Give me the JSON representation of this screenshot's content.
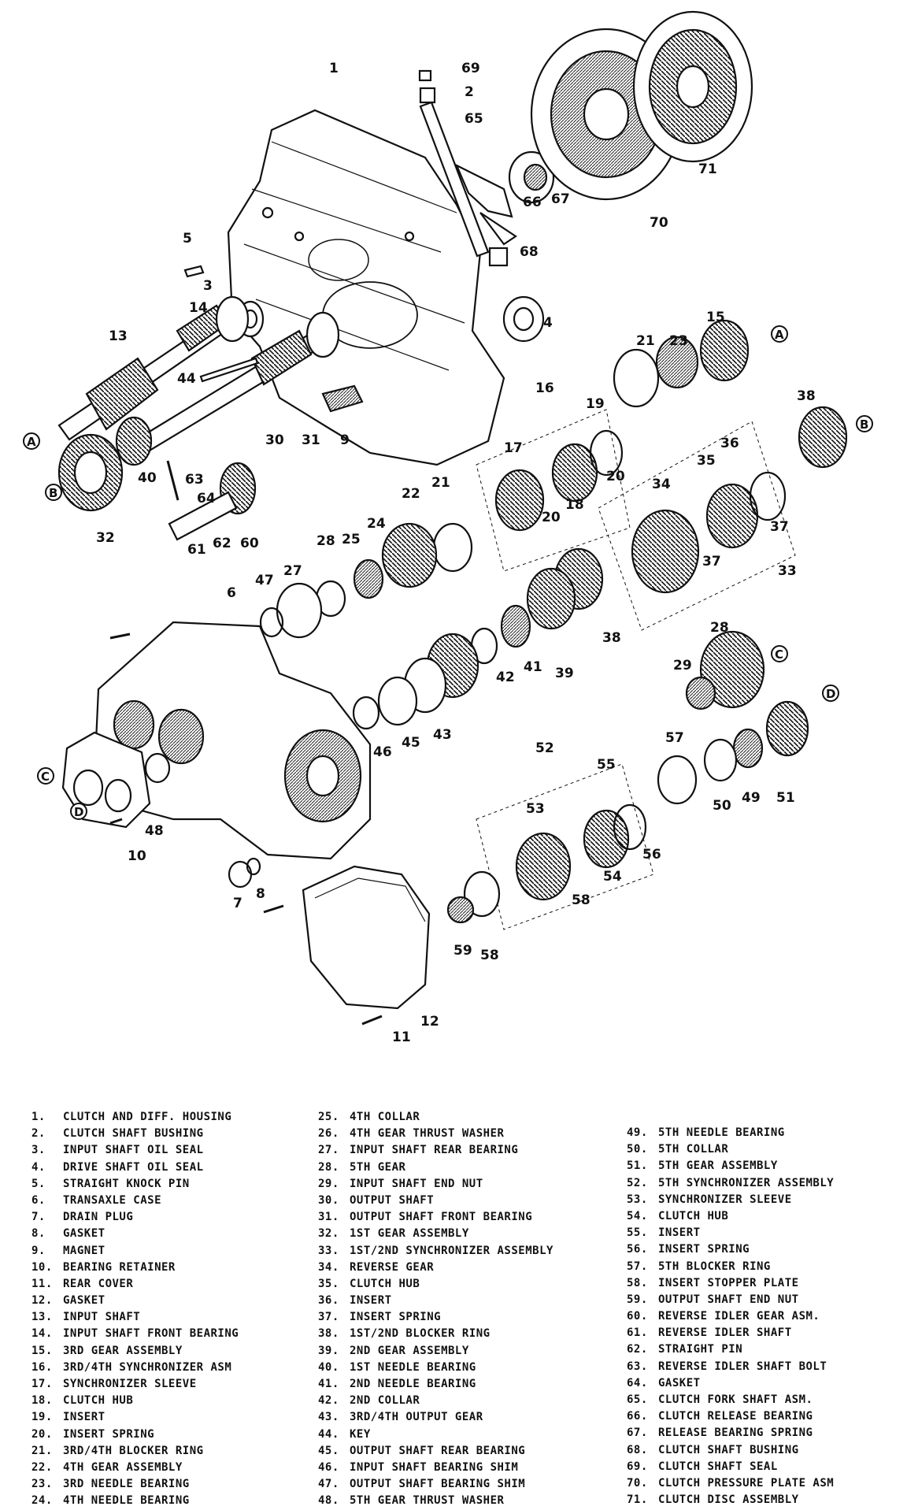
{
  "callouts": {
    "c1": "1",
    "c2": "2",
    "c3": "3",
    "c4": "4",
    "c5": "5",
    "c6": "6",
    "c7": "7",
    "c8": "8",
    "c9": "9",
    "c10": "10",
    "c11": "11",
    "c12": "12",
    "c13": "13",
    "c14": "14",
    "c15": "15",
    "c16": "16",
    "c17": "17",
    "c18": "18",
    "c19": "19",
    "c20a": "20",
    "c20b": "20",
    "c21a": "21",
    "c21b": "21",
    "c22": "22",
    "c23": "23",
    "c24": "24",
    "c25": "25",
    "c27": "27",
    "c28a": "28",
    "c28b": "28",
    "c29": "29",
    "c30": "30",
    "c31": "31",
    "c32": "32",
    "c33": "33",
    "c34": "34",
    "c35": "35",
    "c36": "36",
    "c37a": "37",
    "c37b": "37",
    "c38a": "38",
    "c38b": "38",
    "c39": "39",
    "c40": "40",
    "c41": "41",
    "c42": "42",
    "c43": "43",
    "c44": "44",
    "c45": "45",
    "c46": "46",
    "c47": "47",
    "c48": "48",
    "c49": "49",
    "c50": "50",
    "c51": "51",
    "c52": "52",
    "c53": "53",
    "c54": "54",
    "c55": "55",
    "c56": "56",
    "c57": "57",
    "c58a": "58",
    "c58b": "58",
    "c59": "59",
    "c60": "60",
    "c61": "61",
    "c62": "62",
    "c63": "63",
    "c64": "64",
    "c65": "65",
    "c66": "66",
    "c67": "67",
    "c68": "68",
    "c69": "69",
    "c70": "70",
    "c71": "71",
    "refA1": "A",
    "refA2": "A",
    "refB1": "B",
    "refB2": "B",
    "refC1": "C",
    "refC2": "C",
    "refD1": "D",
    "refD2": "D"
  },
  "legend": {
    "col1": [
      {
        "n": "1.",
        "t": "CLUTCH AND DIFF. HOUSING"
      },
      {
        "n": "2.",
        "t": "CLUTCH SHAFT BUSHING"
      },
      {
        "n": "3.",
        "t": "INPUT SHAFT OIL SEAL"
      },
      {
        "n": "4.",
        "t": "DRIVE SHAFT OIL SEAL"
      },
      {
        "n": "5.",
        "t": "STRAIGHT KNOCK PIN"
      },
      {
        "n": "6.",
        "t": "TRANSAXLE CASE"
      },
      {
        "n": "7.",
        "t": "DRAIN PLUG"
      },
      {
        "n": "8.",
        "t": "GASKET"
      },
      {
        "n": "9.",
        "t": "MAGNET"
      },
      {
        "n": "10.",
        "t": "BEARING RETAINER"
      },
      {
        "n": "11.",
        "t": "REAR COVER"
      },
      {
        "n": "12.",
        "t": "GASKET"
      },
      {
        "n": "13.",
        "t": "INPUT SHAFT"
      },
      {
        "n": "14.",
        "t": "INPUT SHAFT FRONT BEARING"
      },
      {
        "n": "15.",
        "t": "3RD GEAR ASSEMBLY"
      },
      {
        "n": "16.",
        "t": "3RD/4TH SYNCHRONIZER ASM"
      },
      {
        "n": "17.",
        "t": "SYNCHRONIZER SLEEVE"
      },
      {
        "n": "18.",
        "t": "CLUTCH HUB"
      },
      {
        "n": "19.",
        "t": "INSERT"
      },
      {
        "n": "20.",
        "t": "INSERT SPRING"
      },
      {
        "n": "21.",
        "t": "3RD/4TH BLOCKER RING"
      },
      {
        "n": "22.",
        "t": "4TH GEAR ASSEMBLY"
      },
      {
        "n": "23.",
        "t": "3RD NEEDLE BEARING"
      },
      {
        "n": "24.",
        "t": "4TH NEEDLE BEARING"
      }
    ],
    "col2": [
      {
        "n": "25.",
        "t": "4TH COLLAR"
      },
      {
        "n": "26.",
        "t": "4TH GEAR THRUST WASHER"
      },
      {
        "n": "27.",
        "t": "INPUT SHAFT REAR BEARING"
      },
      {
        "n": "28.",
        "t": "5TH GEAR"
      },
      {
        "n": "29.",
        "t": "INPUT SHAFT END NUT"
      },
      {
        "n": "30.",
        "t": "OUTPUT SHAFT"
      },
      {
        "n": "31.",
        "t": "OUTPUT SHAFT FRONT BEARING"
      },
      {
        "n": "32.",
        "t": "1ST GEAR ASSEMBLY"
      },
      {
        "n": "33.",
        "t": "1ST/2ND SYNCHRONIZER ASSEMBLY"
      },
      {
        "n": "34.",
        "t": "REVERSE GEAR"
      },
      {
        "n": "35.",
        "t": "CLUTCH HUB"
      },
      {
        "n": "36.",
        "t": "INSERT"
      },
      {
        "n": "37.",
        "t": "INSERT SPRING"
      },
      {
        "n": "38.",
        "t": "1ST/2ND BLOCKER RING"
      },
      {
        "n": "39.",
        "t": "2ND GEAR ASSEMBLY"
      },
      {
        "n": "40.",
        "t": "1ST NEEDLE BEARING"
      },
      {
        "n": "41.",
        "t": "2ND NEEDLE BEARING"
      },
      {
        "n": "42.",
        "t": "2ND COLLAR"
      },
      {
        "n": "43.",
        "t": "3RD/4TH OUTPUT  GEAR"
      },
      {
        "n": "44.",
        "t": "KEY"
      },
      {
        "n": "45.",
        "t": "OUTPUT SHAFT REAR BEARING"
      },
      {
        "n": "46.",
        "t": "INPUT SHAFT BEARING SHIM"
      },
      {
        "n": "47.",
        "t": "OUTPUT SHAFT BEARING SHIM"
      },
      {
        "n": "48.",
        "t": "5TH GEAR THRUST WASHER"
      }
    ],
    "col3": [
      {
        "n": "49.",
        "t": "5TH NEEDLE BEARING"
      },
      {
        "n": "50.",
        "t": "5TH COLLAR"
      },
      {
        "n": "51.",
        "t": "5TH GEAR ASSEMBLY"
      },
      {
        "n": "52.",
        "t": "5TH SYNCHRONIZER ASSEMBLY"
      },
      {
        "n": "53.",
        "t": "SYNCHRONIZER SLEEVE"
      },
      {
        "n": "54.",
        "t": "CLUTCH HUB"
      },
      {
        "n": "55.",
        "t": "INSERT"
      },
      {
        "n": "56.",
        "t": "INSERT SPRING"
      },
      {
        "n": "57.",
        "t": "5TH BLOCKER RING"
      },
      {
        "n": "58.",
        "t": "INSERT STOPPER PLATE"
      },
      {
        "n": "59.",
        "t": "OUTPUT SHAFT END NUT"
      },
      {
        "n": "60.",
        "t": "REVERSE IDLER GEAR ASM."
      },
      {
        "n": "61.",
        "t": "REVERSE IDLER SHAFT"
      },
      {
        "n": "62.",
        "t": "STRAIGHT PIN"
      },
      {
        "n": "63.",
        "t": "REVERSE IDLER SHAFT BOLT"
      },
      {
        "n": "64.",
        "t": "GASKET"
      },
      {
        "n": "65.",
        "t": "CLUTCH FORK SHAFT ASM."
      },
      {
        "n": "66.",
        "t": "CLUTCH RELEASE BEARING"
      },
      {
        "n": "67.",
        "t": "RELEASE BEARING SPRING"
      },
      {
        "n": "68.",
        "t": "CLUTCH SHAFT BUSHING"
      },
      {
        "n": "69.",
        "t": "CLUTCH SHAFT SEAL"
      },
      {
        "n": "70.",
        "t": "CLUTCH PRESSURE PLATE ASM"
      },
      {
        "n": "71.",
        "t": "CLUTCH DISC ASSEMBLY"
      }
    ]
  }
}
